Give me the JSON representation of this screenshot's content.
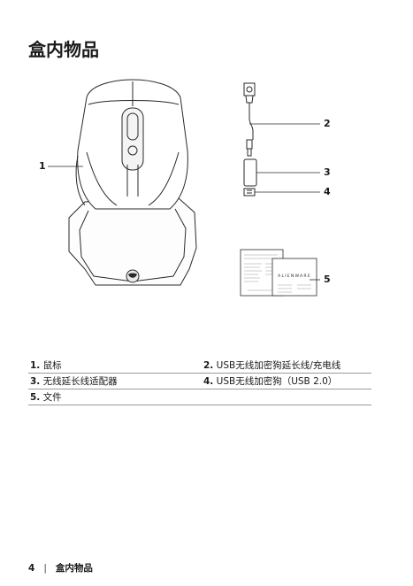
{
  "page": {
    "title": "盒内物品",
    "callouts": [
      "1",
      "2",
      "3",
      "4",
      "5"
    ],
    "booklet_brand": "ALIENWARE",
    "parts": [
      {
        "num": "1.",
        "label": "鼠标"
      },
      {
        "num": "2.",
        "label": "USB无线加密狗延长线/充电线"
      },
      {
        "num": "3.",
        "label": "无线延长线适配器"
      },
      {
        "num": "4.",
        "label": "USB无线加密狗（USB 2.0）"
      },
      {
        "num": "5.",
        "label": "文件"
      }
    ],
    "footer": {
      "page_number": "4",
      "separator": "|",
      "section": "盒内物品"
    }
  }
}
